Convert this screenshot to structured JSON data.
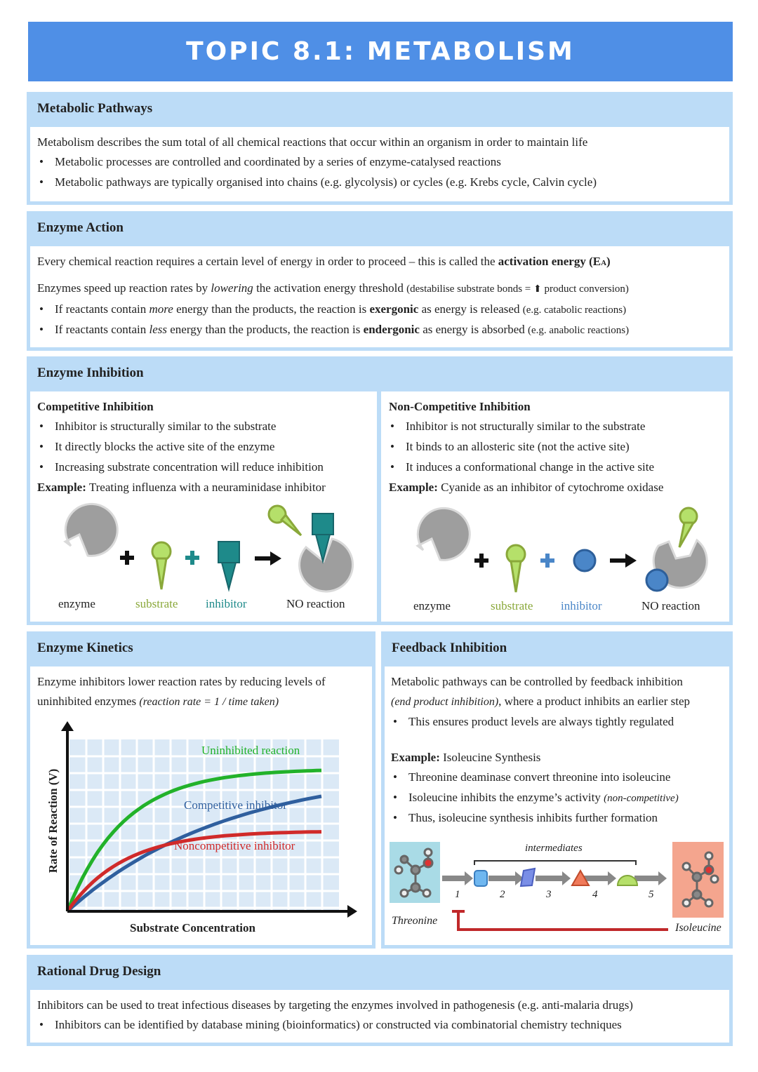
{
  "title": "TOPIC 8.1:  METABOLISM",
  "metabolic_pathways": {
    "heading": "Metabolic Pathways",
    "intro": "Metabolism describes the sum total of all chemical reactions that occur within an organism in order to maintain life",
    "bullets": [
      "Metabolic processes are controlled and coordinated by a series of enzyme-catalysed reactions",
      "Metabolic pathways are typically organised into chains (e.g. glycolysis) or cycles (e.g. Krebs cycle, Calvin cycle)"
    ]
  },
  "enzyme_action": {
    "heading": "Enzyme Action",
    "line1_a": "Every chemical reaction requires a certain level of energy in order to proceed – this is called the ",
    "line1_b": "activation energy (E",
    "line1_sub": "A",
    "line1_c": ")",
    "line2_a": "Enzymes speed up reaction rates by ",
    "line2_b": "lowering",
    "line2_c": " the activation energy threshold ",
    "line2_d": "(destabilise substrate bonds = ",
    "line2_e": "⬆",
    "line2_f": " product conversion)",
    "b1_a": "If reactants contain ",
    "b1_b": "more",
    "b1_c": " energy than the products, the reaction is ",
    "b1_d": "exergonic",
    "b1_e": " as energy is released ",
    "b1_f": "(e.g. catabolic reactions)",
    "b2_a": "If reactants contain ",
    "b2_b": "less",
    "b2_c": " energy than the products, the reaction is ",
    "b2_d": "endergonic",
    "b2_e": " as energy is absorbed ",
    "b2_f": "(e.g. anabolic reactions)"
  },
  "enzyme_inhibition": {
    "heading": "Enzyme Inhibition",
    "competitive": {
      "title": "Competitive Inhibition",
      "bullets": [
        "Inhibitor is structurally similar to the substrate",
        "It directly blocks the active site of  the enzyme",
        "Increasing substrate concentration will reduce inhibition"
      ],
      "example_label": "Example:",
      "example_text": " Treating influenza with a neuraminidase inhibitor",
      "labels": [
        "enzyme",
        "substrate",
        "inhibitor",
        "NO reaction"
      ]
    },
    "noncompetitive": {
      "title": "Non-Competitive Inhibition",
      "bullets": [
        "Inhibitor is not structurally similar to the substrate",
        "It binds to an allosteric site (not the active site)",
        "It induces a conformational change in the active site"
      ],
      "example_label": "Example:",
      "example_text": " Cyanide as an inhibitor of  cytochrome oxidase",
      "labels": [
        "enzyme",
        "substrate",
        "inhibitor",
        "NO reaction"
      ]
    },
    "colors": {
      "enzyme": "#9e9e9e",
      "substrate": "#b5e06a",
      "substrate_label": "#8aa83a",
      "comp_inhibitor": "#1e8a8a",
      "noncomp_inhibitor": "#4a86c8"
    }
  },
  "enzyme_kinetics": {
    "heading": "Enzyme Kinetics",
    "line1": "Enzyme inhibitors lower reaction rates by reducing levels of",
    "line2_a": "uninhibited enzymes ",
    "line2_b": "(reaction rate = 1 / time taken)"
  },
  "chart_data": {
    "type": "line",
    "xlabel": "Substrate Concentration",
    "ylabel": "Rate of Reaction (V)",
    "series": [
      {
        "name": "Uninhibited reaction",
        "color": "#22b22a",
        "plateau": 0.85,
        "rate": 4.5
      },
      {
        "name": "Competitive inhibitor",
        "color": "#2f5f9e",
        "plateau": 0.86,
        "rate": 1.6
      },
      {
        "name": "Noncompetitive inhibitor",
        "color": "#d02a2a",
        "plateau": 0.48,
        "rate": 4.5
      }
    ],
    "grid": true
  },
  "feedback_inhibition": {
    "heading": "Feedback Inhibition",
    "line1": "Metabolic pathways can be controlled by feedback inhibition",
    "line2_a": "(end product inhibition)",
    "line2_b": ", where a product inhibits an earlier step",
    "bullet0": "This ensures product levels are always tightly regulated",
    "example_label": "Example:",
    "example_text": " Isoleucine Synthesis",
    "bullets": [
      "Threonine deaminase convert threonine into isoleucine",
      "Thus, isoleucine synthesis inhibits further formation"
    ],
    "b2_a": "Isoleucine inhibits the enzyme’s activity ",
    "b2_b": "(non-competitive)",
    "intermediates": "intermediates",
    "steps": [
      "1",
      "2",
      "3",
      "4",
      "5"
    ],
    "start": "Threonine",
    "end": "Isoleucine"
  },
  "rational_drug_design": {
    "heading": "Rational Drug Design",
    "line1": "Inhibitors can be used to treat infectious diseases by targeting the enzymes involved in pathogenesis (e.g. anti-malaria drugs)",
    "bullet": "Inhibitors can be identified by database mining (bioinformatics) or constructed via combinatorial chemistry techniques"
  }
}
